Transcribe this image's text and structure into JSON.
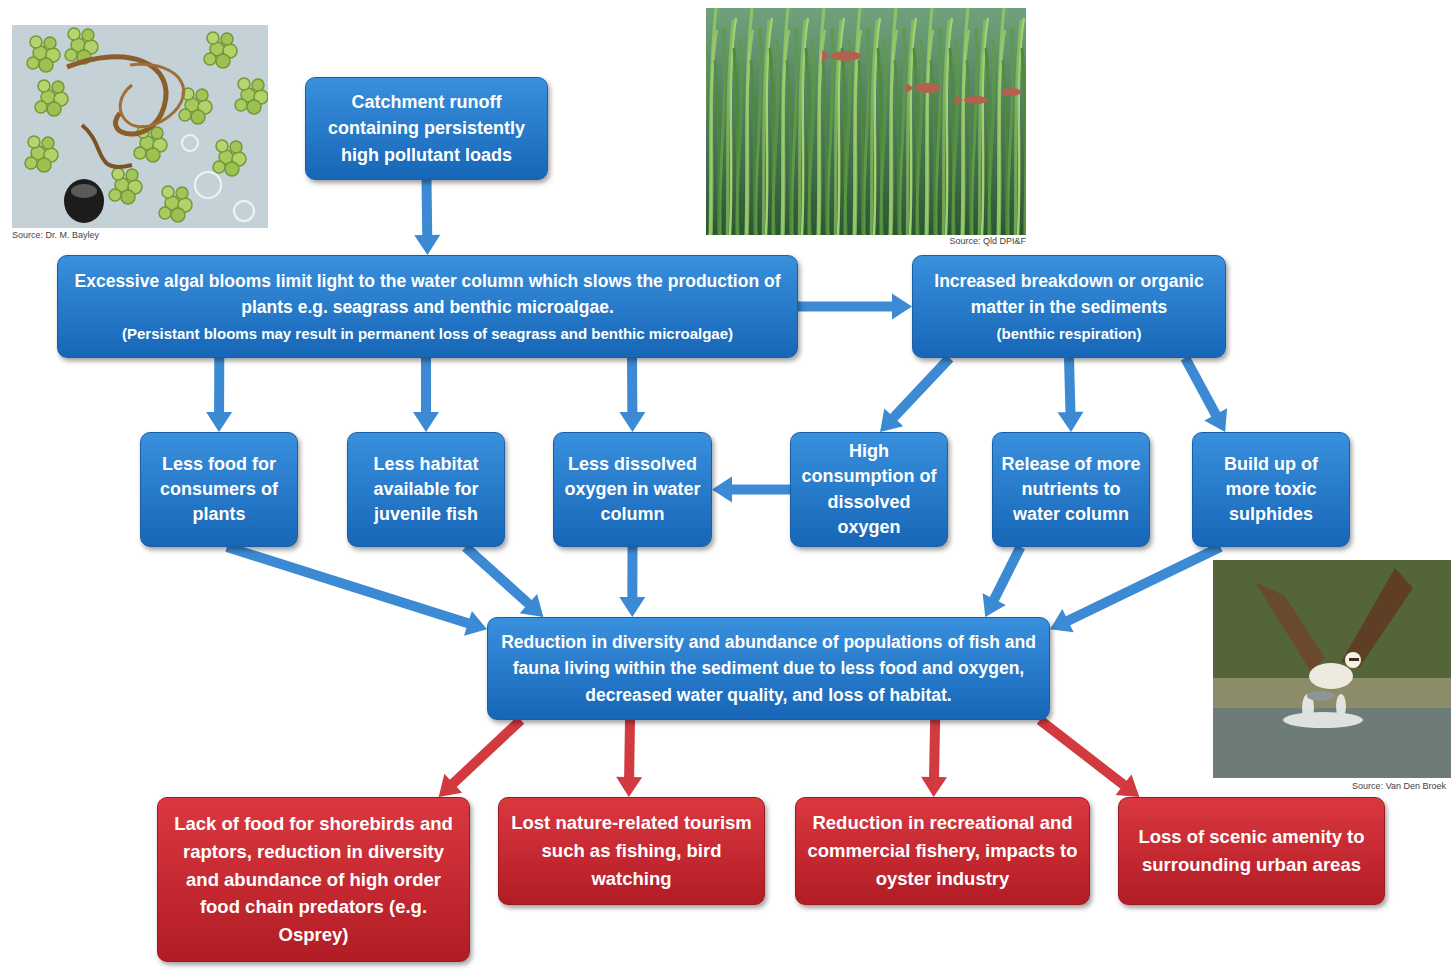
{
  "diagram": {
    "nodes": [
      {
        "text": [
          "Catchment runoff containing persistently high pollutant loads"
        ]
      },
      {
        "text": [
          "Excessive algal blooms limit light to the water column which slows the production of plants e.g. seagrass and benthic microalgae.",
          "(Persistant blooms may result in permanent loss of seagrass and benthic microalgae)"
        ]
      },
      {
        "text": [
          "Increased breakdown or organic matter in the sediments",
          "(benthic respiration)"
        ]
      },
      {
        "text": [
          "Less food for consumers of plants"
        ]
      },
      {
        "text": [
          "Less habitat available for juvenile fish"
        ]
      },
      {
        "text": [
          "Less dissolved oxygen in water column"
        ]
      },
      {
        "text": [
          "High consumption of dissolved oxygen"
        ]
      },
      {
        "text": [
          "Release of more nutrients to water column"
        ]
      },
      {
        "text": [
          "Build up of more toxic sulphides"
        ]
      },
      {
        "text": [
          "Reduction in diversity and abundance of populations of fish and fauna living within the sediment due to less food and oxygen, decreased water quality, and loss of habitat."
        ]
      },
      {
        "text": [
          "Lack of food for shorebirds and raptors, reduction in diversity and abundance of high order food chain predators (e.g. Osprey)"
        ]
      },
      {
        "text": [
          "Lost nature-related tourism such as fishing, bird watching"
        ]
      },
      {
        "text": [
          "Reduction in recreational and commercial fishery, impacts to oyster industry"
        ]
      },
      {
        "text": [
          "Loss of scenic amenity to surrounding urban areas"
        ]
      }
    ],
    "edges": [
      {
        "from": 0,
        "to": 1,
        "arrow": "to"
      },
      {
        "from": 1,
        "to": 2,
        "arrow": "to"
      },
      {
        "from": 1,
        "to": 3,
        "arrow": "to"
      },
      {
        "from": 1,
        "to": 4,
        "arrow": "to"
      },
      {
        "from": 1,
        "to": 5,
        "arrow": "to"
      },
      {
        "from": 2,
        "to": 6,
        "arrow": "to"
      },
      {
        "from": 2,
        "to": 7,
        "arrow": "to"
      },
      {
        "from": 2,
        "to": 8,
        "arrow": "to"
      },
      {
        "from": 6,
        "to": 5,
        "arrow": "to"
      },
      {
        "from": 3,
        "to": 9,
        "arrow": "to"
      },
      {
        "from": 4,
        "to": 9,
        "arrow": "to"
      },
      {
        "from": 5,
        "to": 9,
        "arrow": "to"
      },
      {
        "from": 7,
        "to": 9,
        "arrow": "to"
      },
      {
        "from": 8,
        "to": 9,
        "arrow": "to"
      },
      {
        "from": 9,
        "to": 10,
        "arrow": "to"
      },
      {
        "from": 9,
        "to": 11,
        "arrow": "to"
      },
      {
        "from": 9,
        "to": 12,
        "arrow": "to"
      },
      {
        "from": 9,
        "to": 13,
        "arrow": "to"
      }
    ],
    "labels": [
      "Source: Dr. M. Bayley",
      "Source: Qld DPI&F",
      "Source: Van Den Broek"
    ]
  }
}
